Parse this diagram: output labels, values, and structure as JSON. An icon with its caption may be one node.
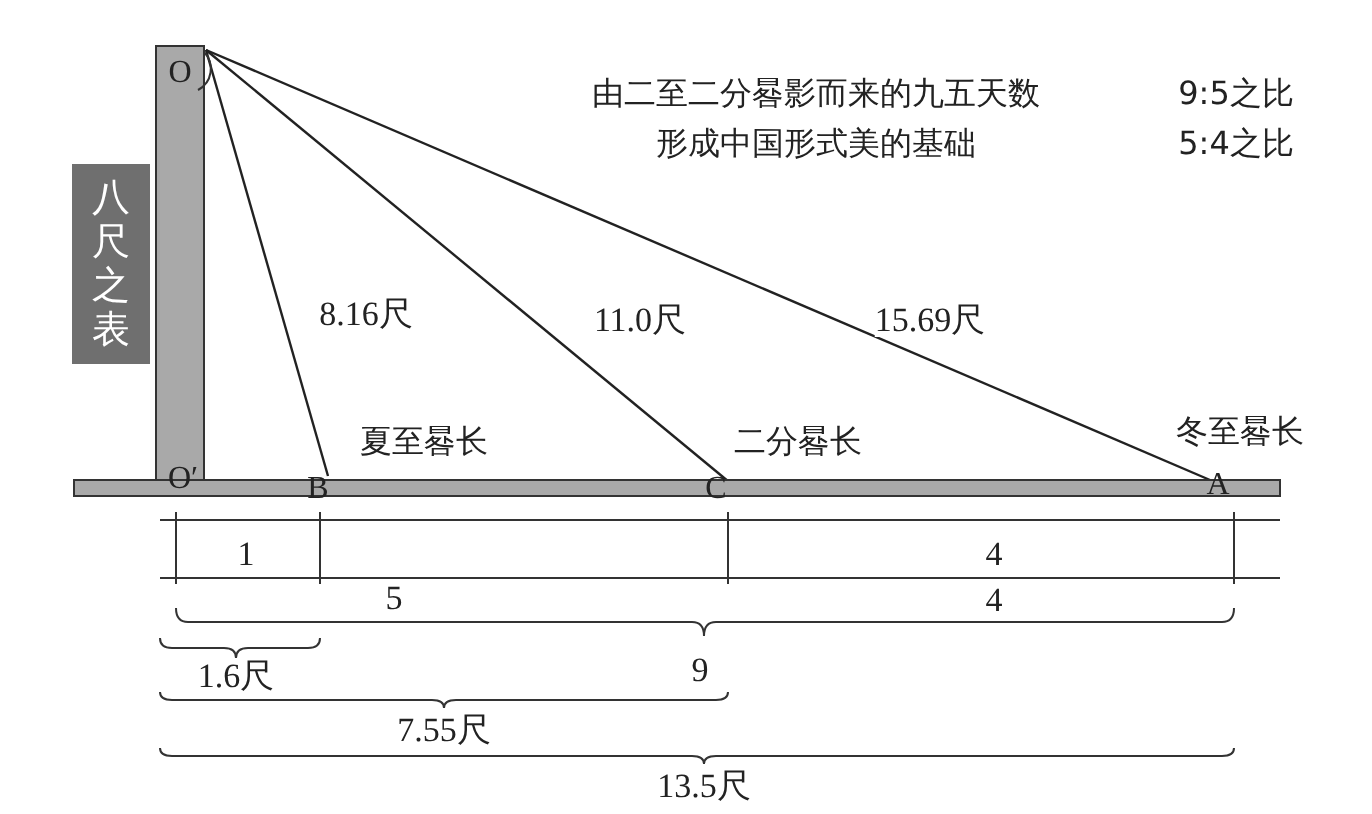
{
  "diagram": {
    "nodes": [
      {
        "text": [
          "八尺之表"
        ]
      },
      {
        "text": [
          "O"
        ]
      },
      {
        "text": [
          "O′"
        ]
      },
      {
        "text": [
          "B"
        ],
        "beside": [
          "夏至晷长"
        ]
      },
      {
        "text": [
          "C"
        ],
        "beside": [
          "二分晷长"
        ]
      },
      {
        "text": [
          "A"
        ],
        "beside": [
          "冬至晷长"
        ]
      }
    ],
    "edges": [
      {
        "from": 1,
        "to": 3,
        "arrow": "none",
        "label": "8.16尺"
      },
      {
        "from": 1,
        "to": 4,
        "arrow": "none",
        "label": "11.0尺"
      },
      {
        "from": 1,
        "to": 5,
        "arrow": "none",
        "label": "15.69尺"
      }
    ],
    "labels": [
      "由二至二分晷影而来的九五天数",
      "9:5之比",
      "形成中国形式美的基础",
      "5:4之比",
      "1",
      "4",
      "5",
      "4",
      "1.6尺",
      "9",
      "7.55尺",
      "13.5尺"
    ]
  }
}
